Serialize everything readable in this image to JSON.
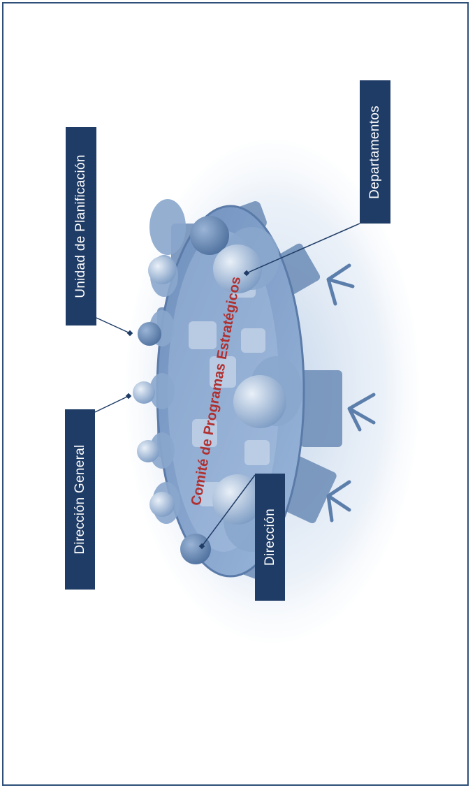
{
  "labels": {
    "unidad_planificacion": "Unidad de Planificación",
    "direccion_general": "Dirección General",
    "departamentos": "Departamentos",
    "direccion": "Dirección"
  },
  "center_label": "Comité de Programas Estratégicos",
  "colors": {
    "label_bg": "#1f3c66",
    "label_text": "#ffffff",
    "center_text": "#b03030",
    "border": "#2d4f78",
    "figures": "#7f9ec4"
  }
}
